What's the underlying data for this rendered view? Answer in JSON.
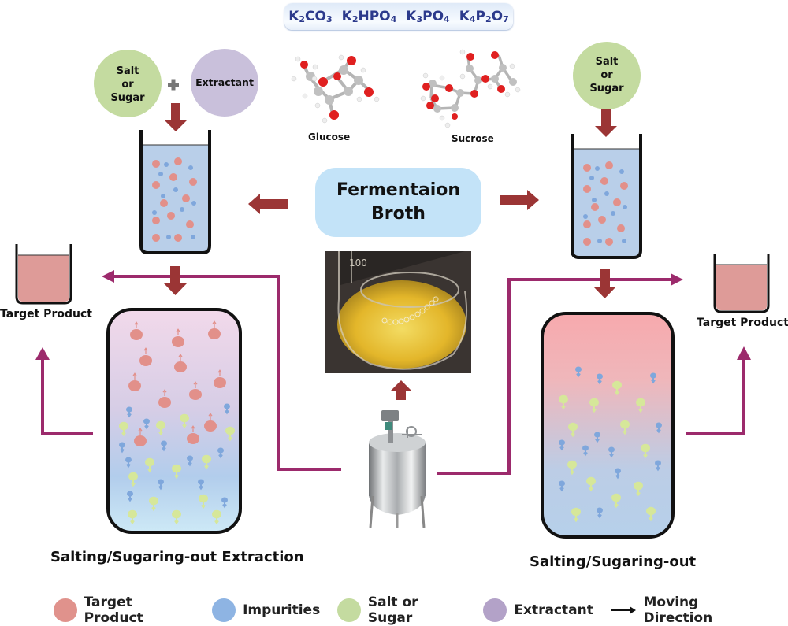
{
  "header": {
    "formulas": [
      {
        "parts": [
          [
            "K",
            ""
          ],
          [
            "2",
            "sub"
          ],
          [
            "CO",
            ""
          ],
          [
            "3",
            "sub"
          ]
        ]
      },
      {
        "parts": [
          [
            "K",
            ""
          ],
          [
            "2",
            "sub"
          ],
          [
            "HPO",
            ""
          ],
          [
            "4",
            "sub"
          ]
        ]
      },
      {
        "parts": [
          [
            "K",
            ""
          ],
          [
            "3",
            "sub"
          ],
          [
            "PO",
            ""
          ],
          [
            "4",
            "sub"
          ]
        ]
      },
      {
        "parts": [
          [
            "K",
            ""
          ],
          [
            "4",
            "sub"
          ],
          [
            "P",
            ""
          ],
          [
            "2",
            "sub"
          ],
          [
            "O",
            ""
          ],
          [
            "7",
            "sub"
          ]
        ]
      }
    ]
  },
  "molecules": {
    "glucose_label": "Glucose",
    "sucrose_label": "Sucrose"
  },
  "center": {
    "broth_line1": "Fermentaion",
    "broth_line2": "Broth",
    "flask_image": "fermentation-broth-flask-photo",
    "fermenter_image": "stainless-steel-fermenter-photo"
  },
  "left_process": {
    "input1_lines": [
      "Salt",
      "or",
      "Sugar"
    ],
    "plus_sign": "+",
    "input2_label": "Extractant",
    "product_label": "Target Product",
    "title": "Salting/Sugaring-out Extraction"
  },
  "right_process": {
    "input_lines": [
      "Salt",
      "or",
      "Sugar"
    ],
    "product_label": "Target Product",
    "title": "Salting/Sugaring-out"
  },
  "legend": {
    "items": [
      {
        "label": "Target Product",
        "color": "#e0928c"
      },
      {
        "label": "Impurities",
        "color": "#8eb4e3"
      },
      {
        "label": "Salt or Sugar",
        "color": "#c4dba0"
      },
      {
        "label": "Extractant",
        "color": "#b3a2c8"
      }
    ],
    "arrow_label": "Moving Direction"
  },
  "colors": {
    "process_arrow": "#9b3535",
    "flow_line": "#9c2a6c",
    "salt_circle": "#c4dba0",
    "extractant_circle": "#c9c0db",
    "beaker_liquid": "#b9cfe9",
    "target_particle": "#e2908a",
    "impurity_particle": "#7fa7dc",
    "salt_particle": "#d6e79a",
    "product_liquid": "#de9b98"
  }
}
